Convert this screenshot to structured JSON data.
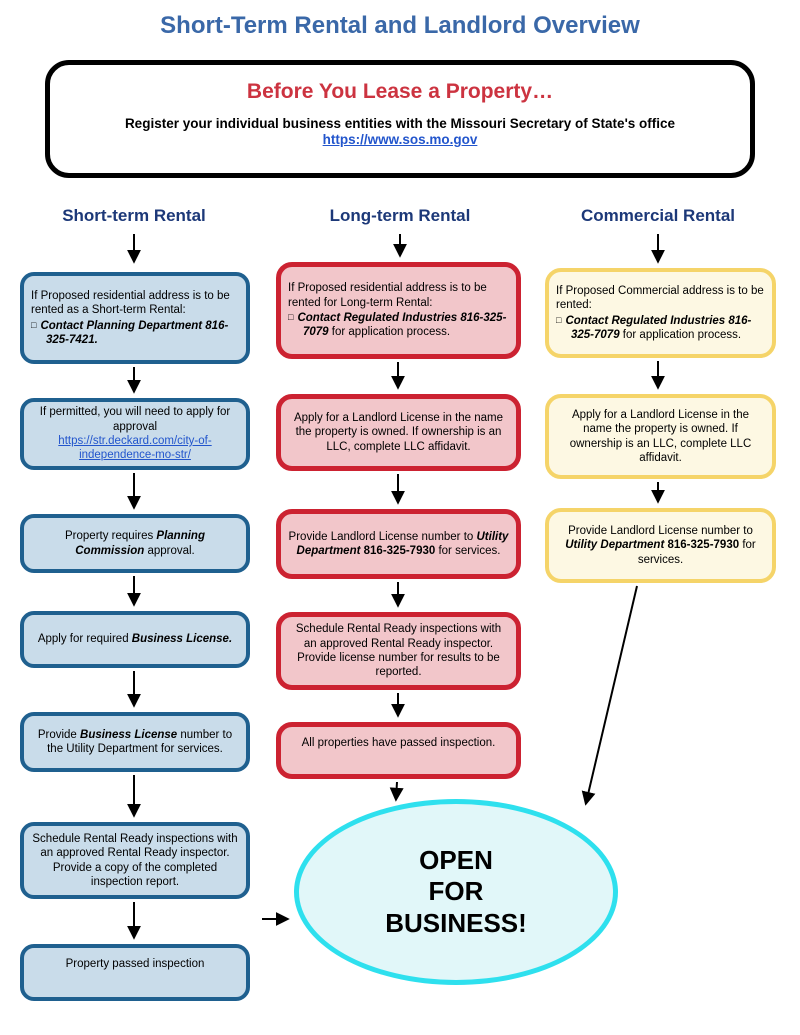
{
  "colors": {
    "title-blue": "#3A68A8",
    "header-navy": "#1C3878",
    "heading-red": "#CC3340",
    "link-blue": "#2255CC",
    "blue-fill": "#C9DCEA",
    "blue-border": "#1F608F",
    "red-fill": "#F2C6CA",
    "red-border": "#CC2231",
    "yellow-fill": "#FDF8E3",
    "yellow-border": "#F5D469",
    "cyan-fill": "#E1F7F9",
    "cyan-border": "#2EE0EE",
    "intro-border": "#000000",
    "arrow": "#000000"
  },
  "page": {
    "title": "Short-Term Rental and Landlord Overview"
  },
  "intro": {
    "heading": "Before You Lease a Property…",
    "body": "Register your individual business entities with the Missouri Secretary of State's office",
    "link": "https://www.sos.mo.gov"
  },
  "short_term": {
    "header": "Short-term Rental",
    "box1": {
      "line1": "If Proposed residential address is to be rented as a Short-term Rental:",
      "bullet": "□",
      "contact": "Contact Planning Department 816-325-7421."
    },
    "box2": {
      "line1": "If permitted, you will need to apply for approval",
      "link": "https://str.deckard.com/city-of-independence-mo-str/"
    },
    "box3": {
      "pre": "Property requires ",
      "em": "Planning Commission",
      "post": " approval."
    },
    "box4": {
      "pre": "Apply for required ",
      "em": "Business License."
    },
    "box5": {
      "pre": "Provide ",
      "em": "Business License",
      "post": " number to the Utility Department for services."
    },
    "box6": {
      "text": "Schedule Rental Ready inspections with an approved Rental Ready inspector. Provide a copy of the completed inspection report."
    },
    "box7": {
      "text": "Property passed inspection"
    }
  },
  "long_term": {
    "header": "Long-term Rental",
    "box1": {
      "line1": "If Proposed residential address is to be rented for Long-term Rental:",
      "bullet": "□",
      "contact": "Contact Regulated Industries 816-325-7079",
      "post": " for application process."
    },
    "box2": {
      "text": "Apply for a Landlord License in the name the property is owned. If ownership is an LLC, complete LLC affidavit."
    },
    "box3": {
      "pre": "Provide Landlord License number to ",
      "em": "Utility Department ",
      "num": "816-325-7930",
      "post": " for services."
    },
    "box4": {
      "text": "Schedule Rental Ready inspections with an approved Rental Ready inspector. Provide license number for results to be reported."
    },
    "box5": {
      "text": "All properties have passed inspection."
    }
  },
  "commercial": {
    "header": "Commercial Rental",
    "box1": {
      "line1": "If Proposed Commercial address is to be rented:",
      "bullet": "□",
      "contact": "Contact Regulated Industries 816-325-7079",
      "post": " for application process."
    },
    "box2": {
      "text": "Apply for a Landlord License in the name the property is owned. If ownership is an LLC, complete LLC affidavit."
    },
    "box3": {
      "pre": "Provide Landlord License number to ",
      "em": "Utility Department ",
      "num": "816-325-7930",
      "post": " for services."
    }
  },
  "result": {
    "line1": "OPEN",
    "line2": "FOR",
    "line3": "BUSINESS!"
  }
}
